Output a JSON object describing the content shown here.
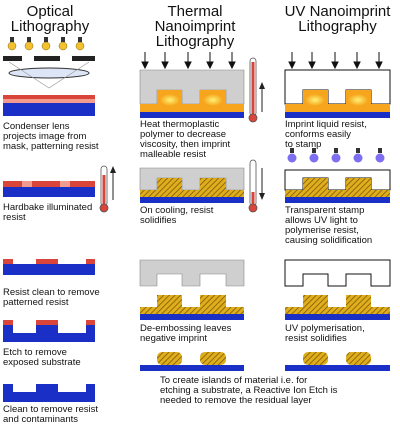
{
  "headings": {
    "optical": "Optical\nLithography",
    "thermal": "Thermal\nNanoimprint\nLithography",
    "uv": "UV Nanoimprint\nLithography"
  },
  "captions": {
    "optical_1": "Condenser lens\nprojects image from\nmask, patterning resist",
    "optical_2": "Hardbake illuminated\nresist",
    "optical_3": "Resist clean to remove\npatterned resist",
    "optical_4": "Etch to remove\nexposed substrate",
    "optical_5": "Clean to remove resist\nand contaminants",
    "thermal_1": "Heat thermoplastic\npolymer to decrease\nviscosity, then imprint\nmalleable resist",
    "thermal_2": "On cooling, resist\nsolidifies",
    "thermal_3": "De-embossing leaves\nnegative imprint",
    "uv_1": "Imprint liquid resist,\nconforms easily\nto stamp",
    "uv_2": "Transparent stamp\nallows UV light to\npolymerise resist,\ncausing solidification",
    "uv_3": "UV polymerisation,\nresist solidifies",
    "bottom_note": "To create islands of material i.e. for\netching a substrate, a Reactive Ion Etch is\nneeded to remove the residual layer"
  },
  "colors": {
    "substrate": "#1a2fc6",
    "resist_red": "#d9453a",
    "resist_gold": "#d4a317",
    "resist_dark": "#8a6a0c",
    "stamp_grey": "#cfcfcf",
    "hot_orange": "#f6a51c",
    "uv_violet": "#7d6ff0",
    "bulb_yellow": "#f2c130"
  }
}
